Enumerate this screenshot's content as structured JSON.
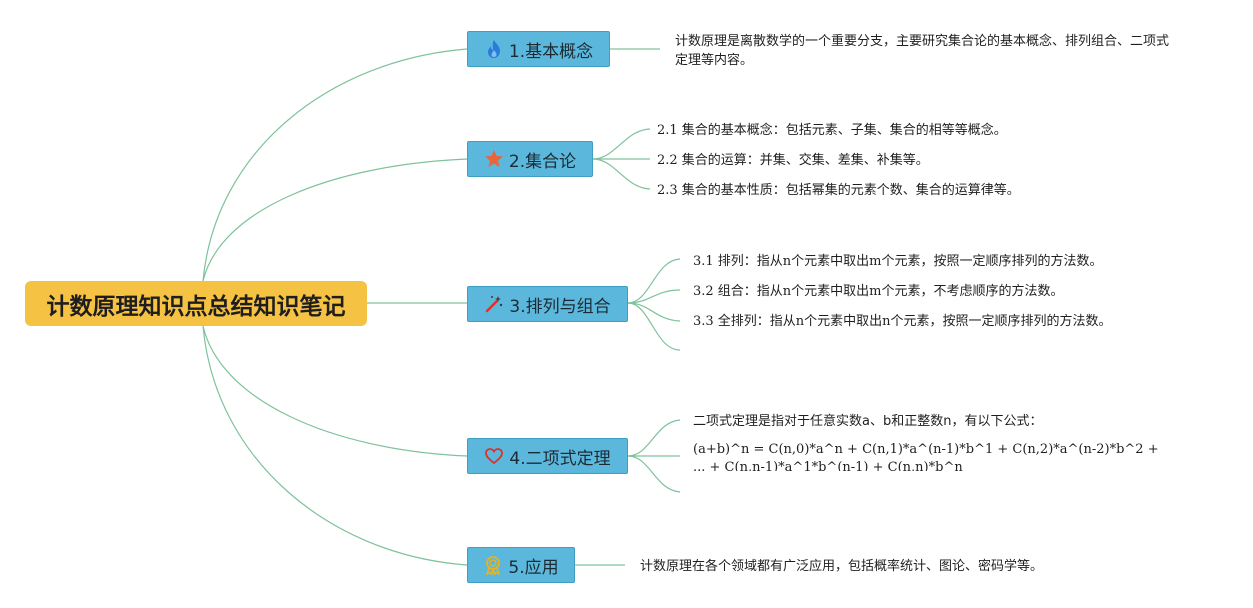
{
  "root": {
    "title": "计数原理知识点总结知识笔记"
  },
  "branches": [
    {
      "label": "1.基本概念",
      "icon": "flame-icon",
      "color": "#2b7bd9",
      "leaves": [
        "计数原理是离散数学的一个重要分支，主要研究集合论的基本概念、排列组合、二项式定理等内容。"
      ]
    },
    {
      "label": "2.集合论",
      "icon": "star-icon",
      "color": "#e8663a",
      "leaves": [
        "2.1 集合的基本概念：包括元素、子集、集合的相等等概念。",
        "2.2 集合的运算：并集、交集、差集、补集等。",
        "2.3 集合的基本性质：包括幂集的元素个数、集合的运算律等。"
      ]
    },
    {
      "label": "3.排列与组合",
      "icon": "magic-wand-icon",
      "color": "#d9332b",
      "leaves": [
        "3.1 排列：指从n个元素中取出m个元素，按照一定顺序排列的方法数。",
        "3.2 组合：指从n个元素中取出m个元素，不考虑顺序的方法数。",
        "3.3 全排列：指从n个元素中取出n个元素，按照一定顺序排列的方法数。"
      ]
    },
    {
      "label": "4.二项式定理",
      "icon": "heart-icon",
      "color": "#d9332b",
      "leaves": [
        "二项式定理是指对于任意实数a、b和正整数n，有以下公式：",
        "(a+b)^n = C(n,0)*a^n + C(n,1)*a^(n-1)*b^1 + C(n,2)*a^(n-2)*b^2 + ... + C(n,n-1)*a^1*b^(n-1) + C(n,n)*b^n"
      ]
    },
    {
      "label": "5.应用",
      "icon": "award-icon",
      "color": "#e6b420",
      "leaves": [
        "计数原理在各个领域都有广泛应用，包括概率统计、图论、密码学等。"
      ]
    }
  ]
}
